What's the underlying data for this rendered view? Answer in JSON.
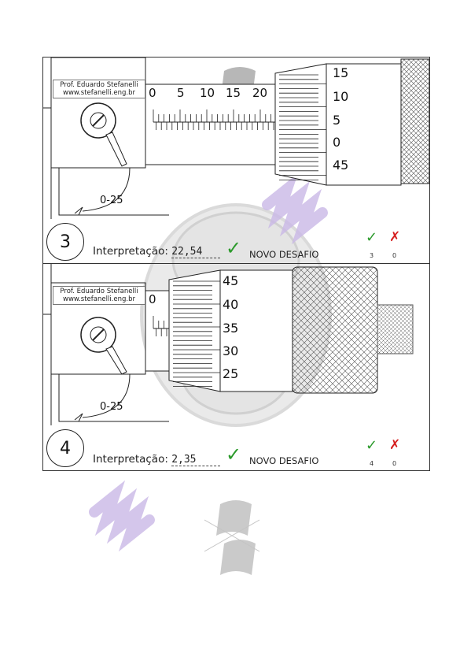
{
  "credit": {
    "line1": "Prof. Eduardo Stefanelli",
    "line2": "www.stefanelli.eng.br"
  },
  "challenges": [
    {
      "number": "3",
      "range": "0-25",
      "sleeve_numbers": [
        "0",
        "5",
        "10",
        "15",
        "20"
      ],
      "thimble_numbers": [
        "15",
        "10",
        "5",
        "0",
        "45"
      ],
      "interpretation_label": "Interpretação:",
      "answer": "22,54",
      "new_challenge_label": "NOVO DESAFIO",
      "correct_count": "3",
      "wrong_count": "0"
    },
    {
      "number": "4",
      "range": "0-25",
      "sleeve_numbers": [
        "0"
      ],
      "thimble_numbers": [
        "45",
        "40",
        "35",
        "30",
        "25"
      ],
      "interpretation_label": "Interpretação:",
      "answer": "2,35",
      "new_challenge_label": "NOVO DESAFIO",
      "correct_count": "4",
      "wrong_count": "0"
    }
  ],
  "icons": {
    "correct": "check-icon",
    "wrong": "x-icon"
  },
  "colors": {
    "correct": "#2b9a2b",
    "wrong": "#d62020",
    "watermark": "#c9b8e6"
  }
}
